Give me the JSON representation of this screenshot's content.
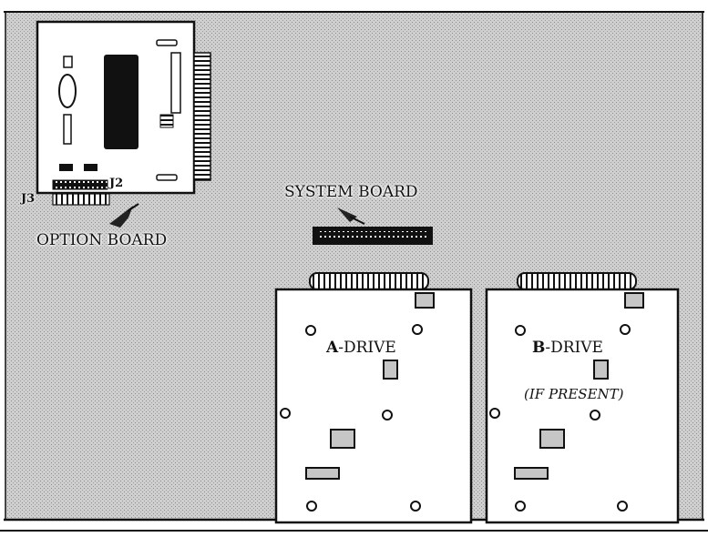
{
  "labels": {
    "system_board": "SYSTEM BOARD",
    "option_board": "OPTION BOARD",
    "j2": "J2",
    "j3": "J3",
    "a_drive_letter": "A",
    "a_drive_rest": "-DRIVE",
    "b_drive_letter": "B",
    "b_drive_rest": "-DRIVE",
    "b_drive_note": "(IF PRESENT)"
  },
  "colors": {
    "background_stipple": "#bdbdbd",
    "line": "#111111",
    "board_fill": "#ffffff"
  }
}
